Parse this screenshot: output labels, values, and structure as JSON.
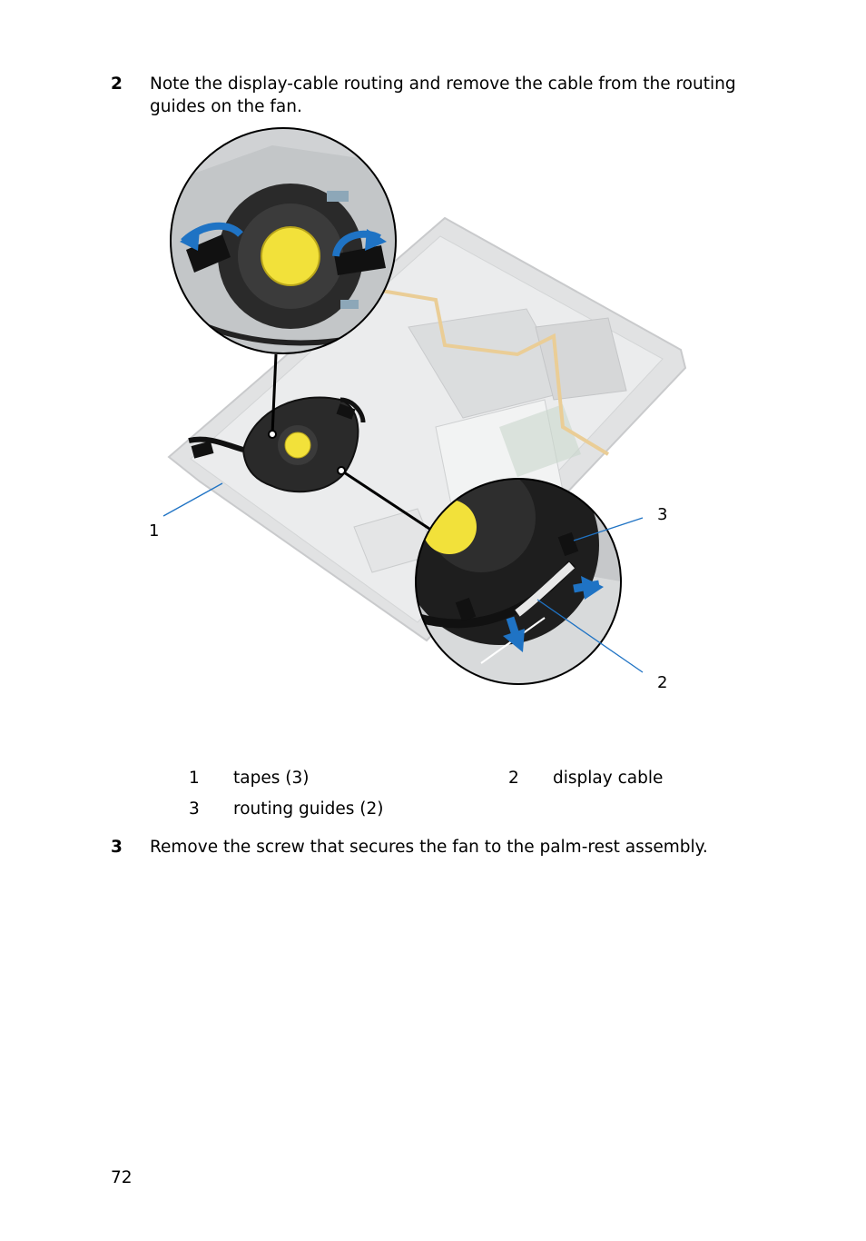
{
  "steps": [
    {
      "number": "2",
      "text": "Note the display-cable routing and remove the cable from the routing guides on the fan."
    },
    {
      "number": "3",
      "text": "Remove the screw that secures the fan to the palm-rest assembly."
    }
  ],
  "callouts": [
    "1",
    "2",
    "3"
  ],
  "legend": [
    {
      "number": "1",
      "label": "tapes (3)"
    },
    {
      "number": "2",
      "label": "display cable"
    },
    {
      "number": "3",
      "label": "routing guides (2)"
    }
  ],
  "page_number": "72",
  "colors": {
    "arrow_blue": "#1f73c4",
    "device_gray": "#d4d6d8",
    "fan_black": "#1a1a1a",
    "fan_label_yellow": "#f2e13a"
  }
}
